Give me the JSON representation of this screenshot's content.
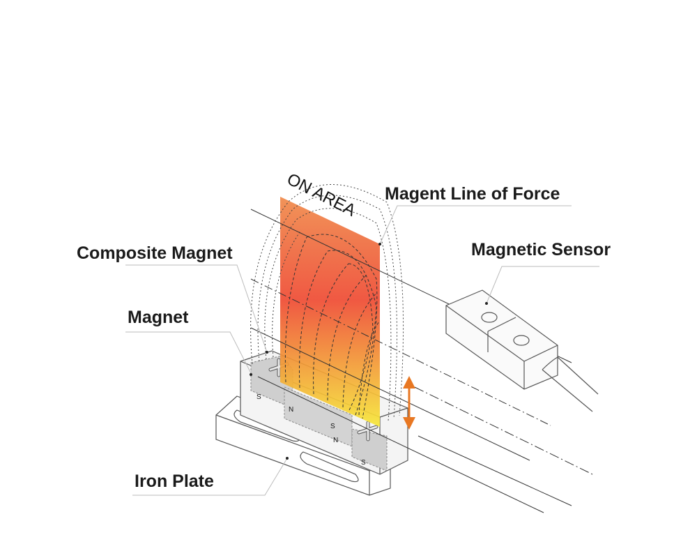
{
  "labels": {
    "on_area": "ON AREA",
    "line_of_force": "Magent Line of Force",
    "composite_magnet": "Composite Magnet",
    "magnetic_sensor": "Magnetic Sensor",
    "magnet": "Magnet",
    "iron_plate": "Iron Plate"
  },
  "poles": {
    "s": "S",
    "n": "N"
  },
  "colors": {
    "field_top": "#f08a4a",
    "field_mid": "#ee4a32",
    "field_bottom": "#f7e838",
    "arrow": "#e87722"
  }
}
